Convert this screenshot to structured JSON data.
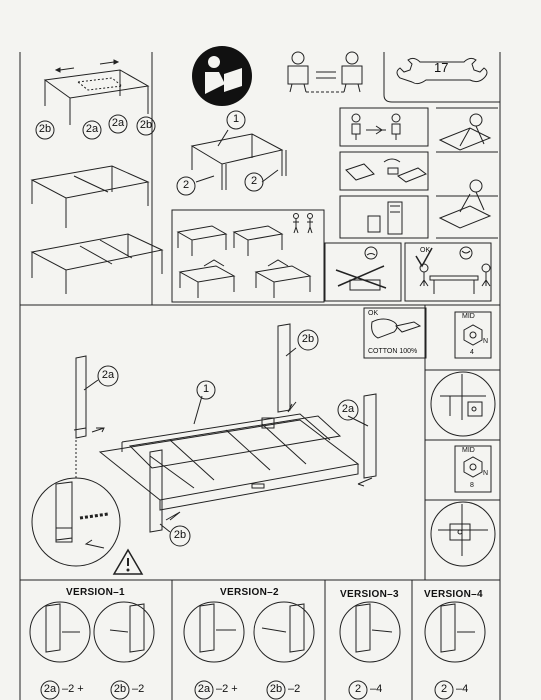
{
  "header": {
    "page_number": "17"
  },
  "parts": {
    "leg_a": "2a",
    "leg_b": "2b",
    "top": "1",
    "leg_generic": "2"
  },
  "notes": {
    "ok_label": "OK",
    "cotton_label": "COTTON 100%"
  },
  "hardware": [
    {
      "brand": "MID",
      "count": "4",
      "code": "N"
    },
    {
      "brand": "MID",
      "count": "8",
      "code": "N"
    }
  ],
  "versions": [
    {
      "title": "VERSION–1",
      "formula": [
        "2a",
        "–2 +",
        "2b",
        "–2"
      ]
    },
    {
      "title": "VERSION–2",
      "formula": [
        "2a",
        "–2 +",
        "2b",
        "–2"
      ]
    },
    {
      "title": "VERSION–3",
      "formula": [
        "2",
        "–4"
      ]
    },
    {
      "title": "VERSION–4",
      "formula": [
        "2",
        "–4"
      ]
    }
  ]
}
